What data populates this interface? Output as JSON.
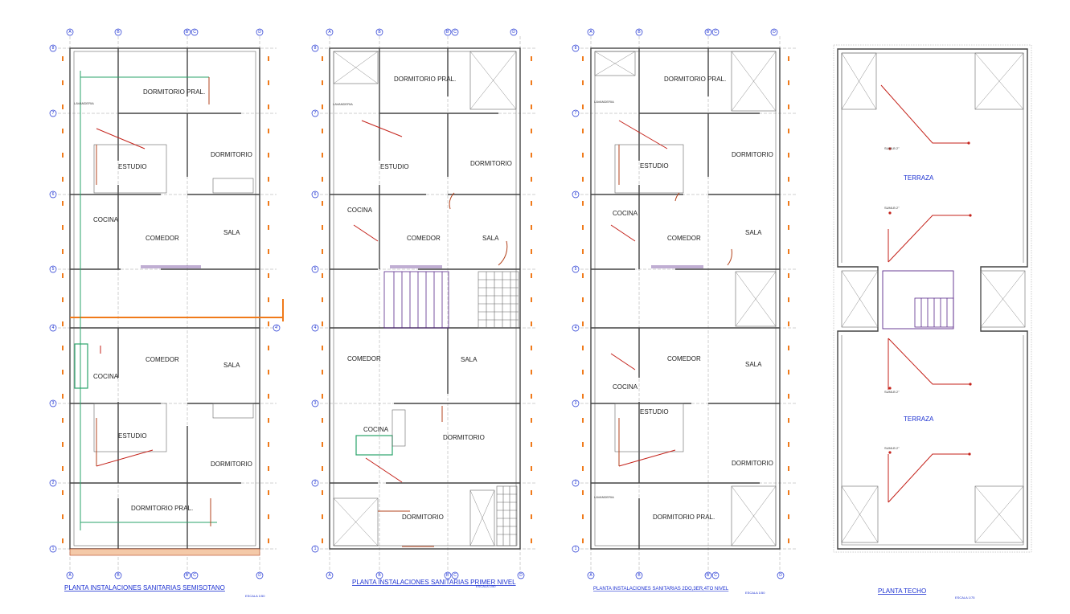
{
  "plans": [
    {
      "title": "PLANTA   INSTALACIONES SANITARIAS SEMISOTANO",
      "scale": "ESCALA 1/50",
      "axes_top": [
        "A",
        "B",
        "B'",
        "C",
        "D"
      ],
      "axes_side": [
        "8",
        "7",
        "6",
        "5",
        "4",
        "4'",
        "3",
        "2",
        "1"
      ],
      "rooms": [
        "DORMITORIO PRAL.",
        "DORMITORIO",
        "ESTUDIO",
        "COCINA",
        "COMEDOR",
        "SALA",
        "LAVANDERIA",
        "COMEDOR",
        "SALA",
        "COCINA",
        "ESTUDIO",
        "DORMITORIO",
        "DORMITORIO PRAL."
      ]
    },
    {
      "title": "PLANTA  INSTALACIONES SANITARIAS PRIMER  NIVEL",
      "scale": "ESCALA 1/50",
      "axes_top": [
        "A",
        "B",
        "B'",
        "C",
        "D"
      ],
      "axes_side": [
        "8",
        "7",
        "6",
        "5",
        "4",
        "3",
        "2",
        "1"
      ],
      "rooms": [
        "DORMITORIO PRAL.",
        "LAVANDERIA",
        "ESTUDIO",
        "DORMITORIO",
        "COCINA",
        "COMEDOR",
        "SALA",
        "COMEDOR",
        "SALA",
        "COCINA",
        "DORMITORIO",
        "DORMITORIO"
      ]
    },
    {
      "title": "PLANTA   INSTALACIONES SANITARIAS 2DO,3ER,4TO NIVEL",
      "scale": "ESCALA 1/50",
      "axes_top": [
        "A",
        "B",
        "B'",
        "C",
        "D"
      ],
      "axes_side": [
        "8",
        "7",
        "6",
        "5",
        "4",
        "3",
        "2",
        "1"
      ],
      "rooms": [
        "DORMITORIO PRAL.",
        "LAVANDERIA",
        "ESTUDIO",
        "DORMITORIO",
        "COCINA",
        "COMEDOR",
        "SALA",
        "COMEDOR",
        "SALA",
        "COCINA",
        "ESTUDIO",
        "DORMITORIO",
        "LAVANDERIA",
        "DORMITORIO PRAL."
      ]
    },
    {
      "title": "PLANTA  TECHO",
      "scale": "ESCALA 1/75",
      "rooms": [
        "TERRAZA",
        "TERRAZA"
      ],
      "pipe_labels": [
        "SUMLB 2\"",
        "SUMLB 2\"",
        "SUMLB 2\"",
        "SUMLB 2\""
      ]
    }
  ]
}
